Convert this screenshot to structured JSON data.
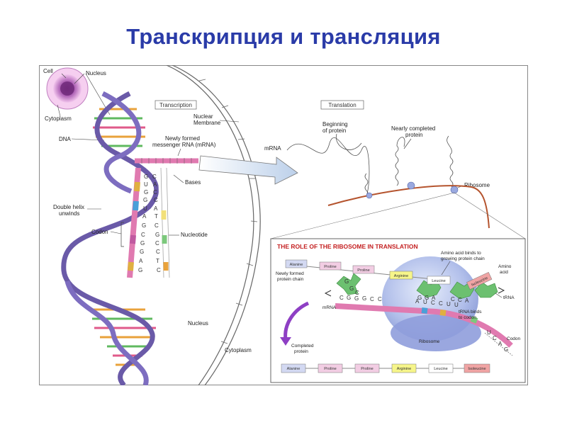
{
  "title": "Транскрипция и трансляция",
  "labels": {
    "cell": "Cell",
    "nucleus_top": "Nucleus",
    "cytoplasm_top": "Cytoplasm",
    "dna": "DNA",
    "transcription": "Transcription",
    "nuclear_membrane_1": "Nuclear",
    "nuclear_membrane_2": "Membrane",
    "mrna_new_1": "Newly formed",
    "mrna_new_2": "messenger RNA (mRNA)",
    "bases": "Bases",
    "double_helix_1": "Double helix",
    "double_helix_2": "unwinds",
    "codon": "Codon",
    "nucleotide": "Nucleotide",
    "nucleus_bottom": "Nucleus",
    "cytoplasm_bottom": "Cytoplasm",
    "translation": "Translation",
    "beginning_1": "Beginning",
    "beginning_2": "of protein",
    "nearly_1": "Nearly completed",
    "nearly_2": "protein",
    "mrna_translation": "mRNA",
    "ribosome_top": "Ribosome"
  },
  "template_strand": [
    "G",
    "U",
    "G",
    "G",
    "U",
    "A",
    "G",
    "C",
    "G",
    "G",
    "A",
    "G"
  ],
  "coding_strand": [
    "C",
    "A",
    "C",
    "C",
    "A",
    "T",
    "C",
    "G",
    "C",
    "C",
    "T",
    "C"
  ],
  "role_box": {
    "title": "THE ROLE OF THE RIBOSOME IN TRANSLATION",
    "amino_bind_1": "Amino acid binds to",
    "amino_bind_2": "growing protein chain",
    "amino_acid_1": "Amino",
    "amino_acid_2": "acid",
    "trna": "tRNA",
    "newly_chain_1": "Newly formed",
    "newly_chain_2": "protein chain",
    "mrna": "mRNA",
    "trna_binds_1": "tRNA binds",
    "trna_binds_2": "to codon",
    "ribosome": "Ribosome",
    "codon": "Codon",
    "completed_1": "Completed",
    "completed_2": "protein",
    "chain_top": [
      "Alanine",
      "Proline",
      "Proline",
      "Arginine",
      "Leucine"
    ],
    "free_amino": "Isoleucine",
    "chain_bottom": [
      "Alanine",
      "Proline",
      "Proline",
      "Arginine",
      "Leucine",
      "Isoleucine"
    ],
    "mrna_bases": [
      "C",
      "G",
      "G",
      "G",
      "C",
      "C",
      "A",
      "U",
      "C",
      "C",
      "U",
      "U",
      "U",
      "C",
      "A",
      "G"
    ],
    "anticodon_left": [
      "G",
      "G",
      "C"
    ],
    "anticodon_mid": [
      "G",
      "G",
      "A"
    ],
    "anticodon_right": [
      "C",
      "C",
      "A"
    ]
  },
  "colors": {
    "title": "#2a3ba8",
    "dna": "#6a5aa8",
    "mrna": "#e07ab0",
    "ribosome": "#9aa9e0",
    "trna": "#6cc070",
    "arrow": "#8e3fc4"
  }
}
